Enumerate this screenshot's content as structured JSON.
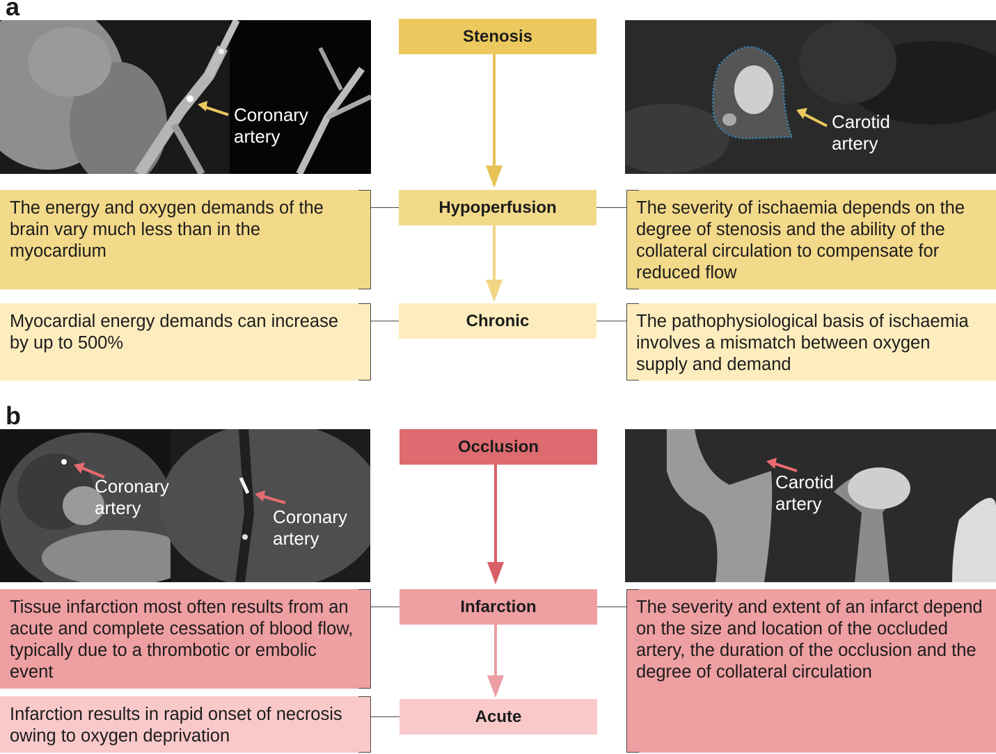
{
  "panels": {
    "a": {
      "letter": "a",
      "flow": [
        "Stenosis",
        "Hypoperfusion",
        "Chronic"
      ],
      "image_left": {
        "label_line1": "Coronary",
        "label_line2": "artery"
      },
      "image_right": {
        "label_line1": "Carotid",
        "label_line2": "artery"
      },
      "left_texts": [
        "The energy and oxygen demands of the brain vary much less than in the myocardium",
        "Myocardial energy demands can increase by up to 500%"
      ],
      "right_texts": [
        "The severity of ischaemia depends on the degree of stenosis and the ability of the collateral circulation to compensate for reduced flow",
        "The pathophysiological basis of ischaemia involves a mismatch between oxygen supply and demand"
      ]
    },
    "b": {
      "letter": "b",
      "flow": [
        "Occlusion",
        "Infarction",
        "Acute"
      ],
      "image_left": {
        "label1_line1": "Coronary",
        "label1_line2": "artery",
        "label2_line1": "Coronary",
        "label2_line2": "artery"
      },
      "image_right": {
        "label_line1": "Carotid",
        "label_line2": "artery"
      },
      "left_texts": [
        "Tissue infarction most often results from an acute and complete cessation of blood flow, typically due to a thrombotic or embolic event",
        "Infarction results in rapid onset of necrosis owing to oxygen deprivation"
      ],
      "right_texts": [
        "The severity and extent of an infarct depend on the size and location of the occluded artery, the duration of the occlusion and the degree of collateral circulation"
      ]
    }
  },
  "colors": {
    "yellow_dark": "#ecc95f",
    "yellow_mid": "#f3d98a",
    "yellow_light": "#fdedbe",
    "yellow_arrow1": "#e6c153",
    "yellow_arrow2": "#f0d584",
    "red_dark": "#dd6b6f",
    "red_mid": "#ee9fa2",
    "red_light": "#f9c9ca",
    "red_arrow1": "#d95f66",
    "red_arrow2": "#ec9ea2",
    "dotted_outline": "#2f8fc4"
  }
}
